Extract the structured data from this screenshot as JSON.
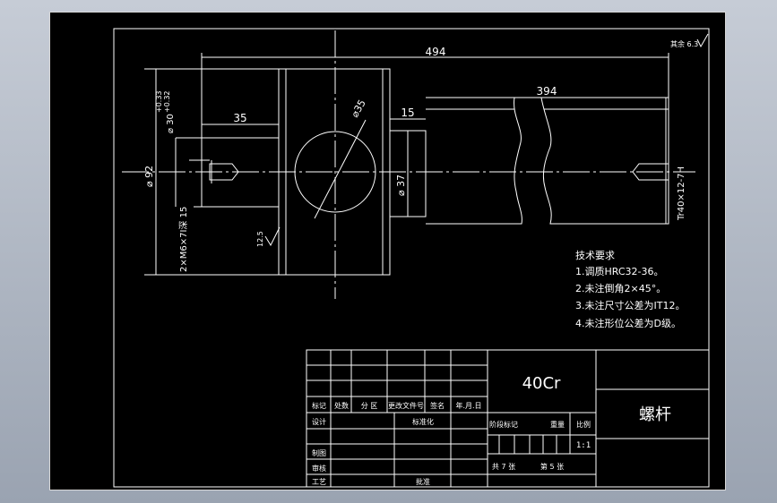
{
  "drawing": {
    "dimensions": {
      "overall_length": "494",
      "thread_length": "394",
      "left_bore_depth": "35",
      "shoulder_length": "15",
      "big_diameter": "⌀35",
      "outer_diameter": "⌀ 92",
      "shaft_diameter": "⌀ 37",
      "bore_diameter": "⌀ 30",
      "bore_tolerance_upper": "+0.33",
      "bore_tolerance_lower": "+0.32",
      "threaded_holes": "2×M6×7Ⅰ深 15",
      "thread_spec": "Tr40×12-7H",
      "roughness_left": "12.5",
      "roughness_corner": "其余 6.3"
    },
    "tech_requirements": {
      "title": "技术要求",
      "items": [
        "1.调质HRC32-36。",
        "2.未注倒角2×45°。",
        "3.未注尺寸公差为IT12。",
        "4.未注形位公差为D级。"
      ]
    }
  },
  "title_block": {
    "material": "40Cr",
    "part_name": "螺杆",
    "headers": [
      "标记",
      "处数",
      "分 区",
      "更改文件号",
      "签名",
      "年.月.日"
    ],
    "row_labels": [
      "设计",
      "制图",
      "审核",
      "工艺"
    ],
    "standardization": "标准化",
    "approve": "批准",
    "stage_mark": "阶段标记",
    "weight": "重量",
    "scale_label": "比例",
    "scale_value": "1:1",
    "sheets_total": "共 7 张",
    "sheet_no": "第 5 张"
  }
}
